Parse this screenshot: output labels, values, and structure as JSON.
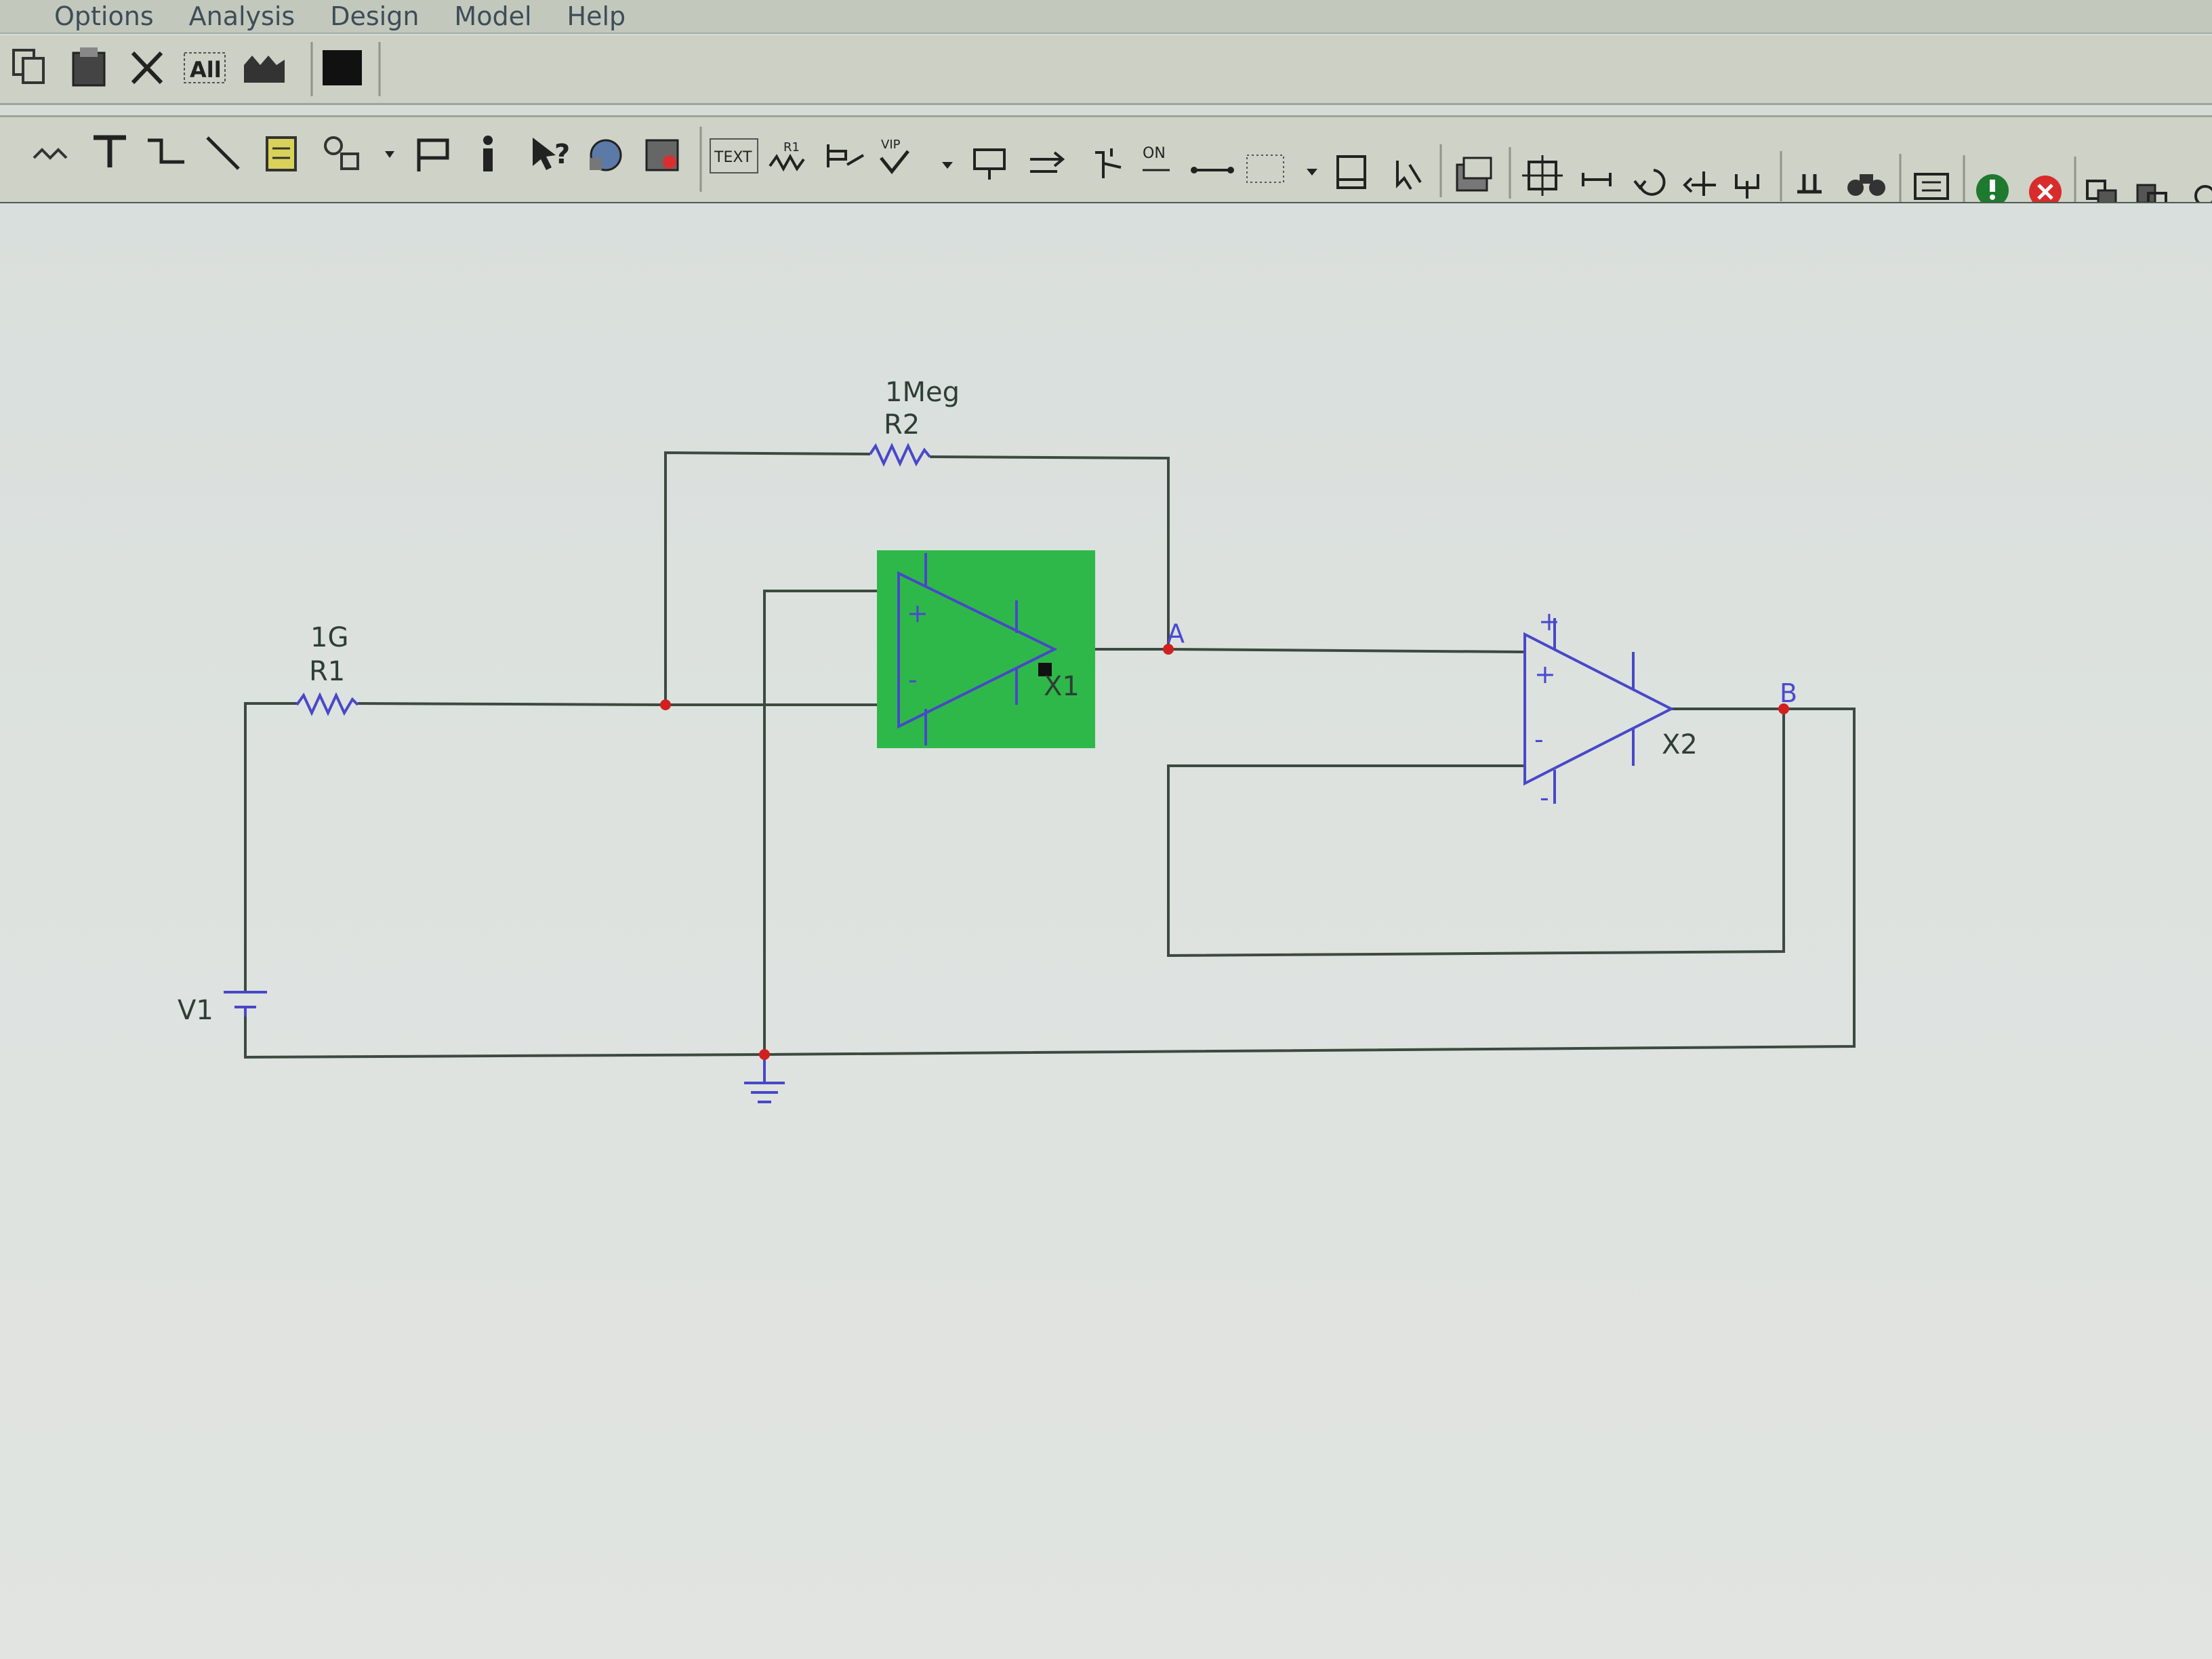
{
  "menu": {
    "items": [
      "Options",
      "Analysis",
      "Design",
      "Model",
      "Help"
    ]
  },
  "toolbar": {
    "text_tool_label": "TEXT",
    "r1_label": "R1",
    "vip_label": "VIP",
    "on_label": "ON",
    "all_label": "All"
  },
  "components": {
    "r1": {
      "name": "R1",
      "value": "1G"
    },
    "r2": {
      "name": "R2",
      "value": "1Meg"
    },
    "v1": {
      "name": "V1"
    },
    "x1": {
      "name": "X1"
    },
    "x2": {
      "name": "X2"
    }
  },
  "nodes": {
    "a": "A",
    "b": "B"
  },
  "pins": {
    "plus": "+",
    "minus": "-"
  },
  "colors": {
    "wire": "#3c4a40",
    "component": "#4848c8",
    "selection": "#2fb84a",
    "junction": "#d02020",
    "node_label": "#4a4ad0"
  }
}
